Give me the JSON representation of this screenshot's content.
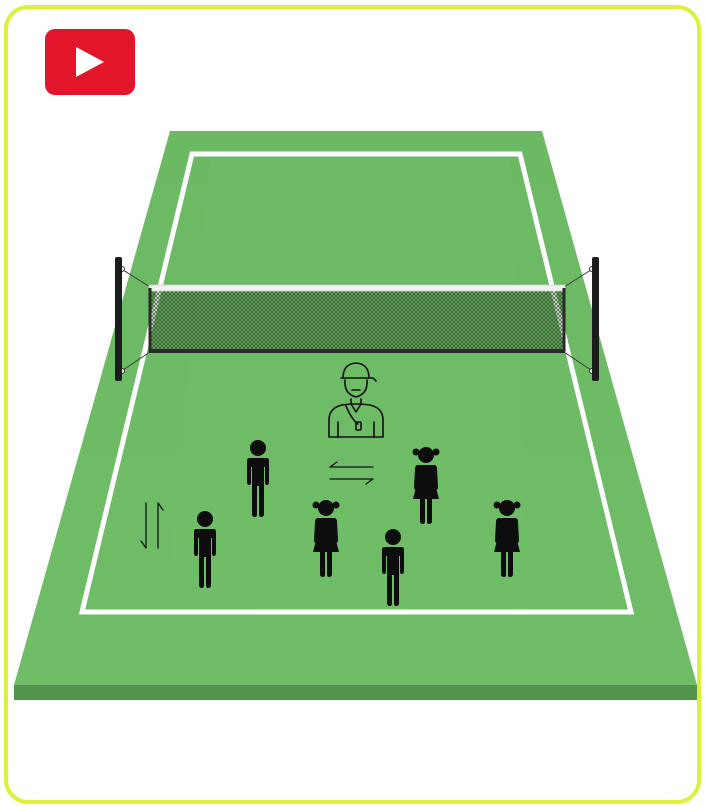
{
  "frame": {
    "border_color": "#dcf23a",
    "background": "#ffffff"
  },
  "video_button": {
    "icon": "play-icon",
    "background": "#e3152b",
    "icon_color": "#ffffff"
  },
  "court": {
    "surface": "tennis court",
    "color": "#6dba64",
    "base_color": "#52944c",
    "line_color": "#ffffff"
  },
  "net": {
    "post_color": "#1c1c1c",
    "band_color": "#f2f2f2",
    "mesh_color": "#2a2a2a"
  },
  "coach": {
    "icon": "coach-with-whistle-icon"
  },
  "players": {
    "boys": {
      "icon": "boy-figure-icon",
      "count": 3
    },
    "girls": {
      "icon": "girl-figure-icon",
      "count": 3
    }
  },
  "movement_arrows": [
    {
      "icon": "horizontal-double-arrow-icon",
      "direction": "left-right"
    },
    {
      "icon": "vertical-double-arrow-icon",
      "direction": "up-down"
    }
  ]
}
